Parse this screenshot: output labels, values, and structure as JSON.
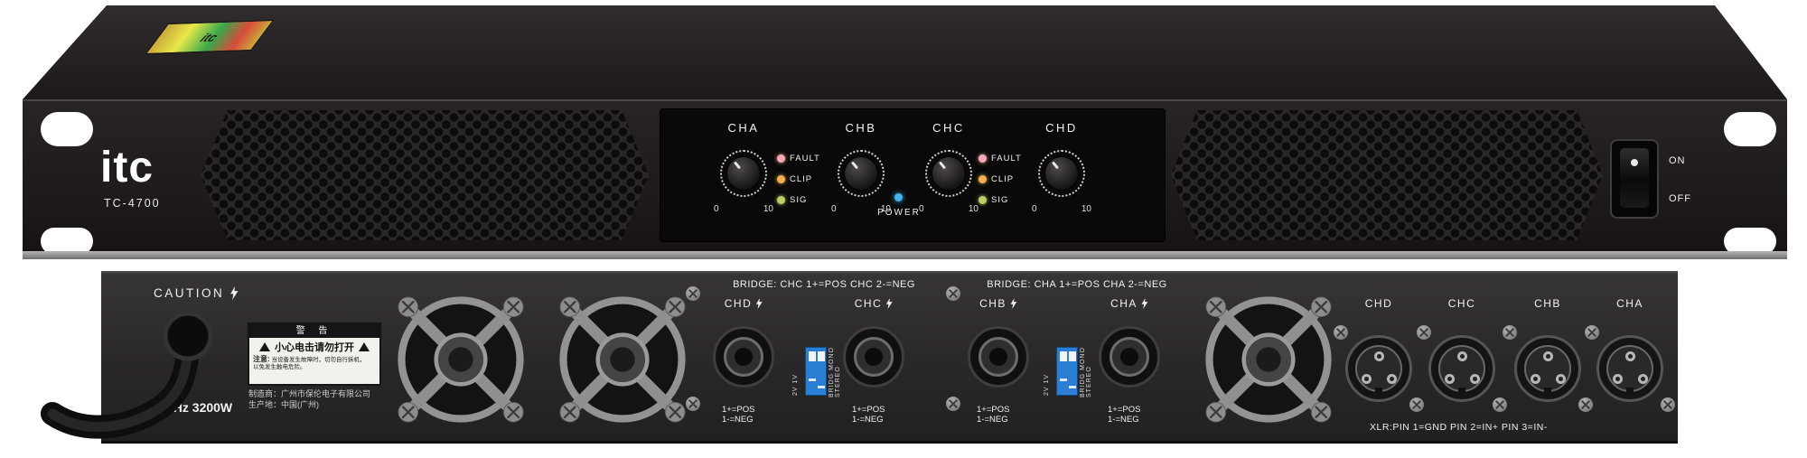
{
  "front": {
    "brand": "itc",
    "model": "TC-4700",
    "sticker_text": "itc",
    "channels": [
      "CHA",
      "CHB",
      "CHC",
      "CHD"
    ],
    "knob_scale": {
      "min": "0",
      "max": "10"
    },
    "led_labels": [
      "FAULT",
      "CLIP",
      "SIG"
    ],
    "power_label": "POWER",
    "switch": {
      "on": "ON",
      "off": "OFF"
    }
  },
  "rear": {
    "caution": "CAUTION",
    "power_rating": "0Hz 3200W",
    "warning_label": {
      "title": "警 告",
      "subtitle": "小心电击请勿打开",
      "note_heading": "注意:",
      "note_line1": "当设备发生故障时，切勿自行拆机，",
      "note_line2": "以免发生触电危险。"
    },
    "manufacturer_line1": "制造商：广州市保伦电子有限公司",
    "manufacturer_line2": "生产地：中国(广州)",
    "bridge_groups": [
      {
        "bridge_text": "BRIDGE: CHC 1+=POS   CHC 2-=NEG",
        "left_channel": "CHD",
        "right_channel": "CHC"
      },
      {
        "bridge_text": "BRIDGE: CHA 1+=POS   CHA 2-=NEG",
        "left_channel": "CHB",
        "right_channel": "CHA"
      }
    ],
    "speakon_pos": "1+=POS",
    "speakon_neg": "1-=NEG",
    "dip": {
      "voltage_labels": "2V 1V",
      "mode_labels": "BRIDG MONO STEREO"
    },
    "xlr": {
      "labels": [
        "CHD",
        "CHC",
        "CHB",
        "CHA"
      ],
      "note": "XLR:PIN 1=GND PIN 2=IN+ PIN 3=IN-"
    }
  }
}
